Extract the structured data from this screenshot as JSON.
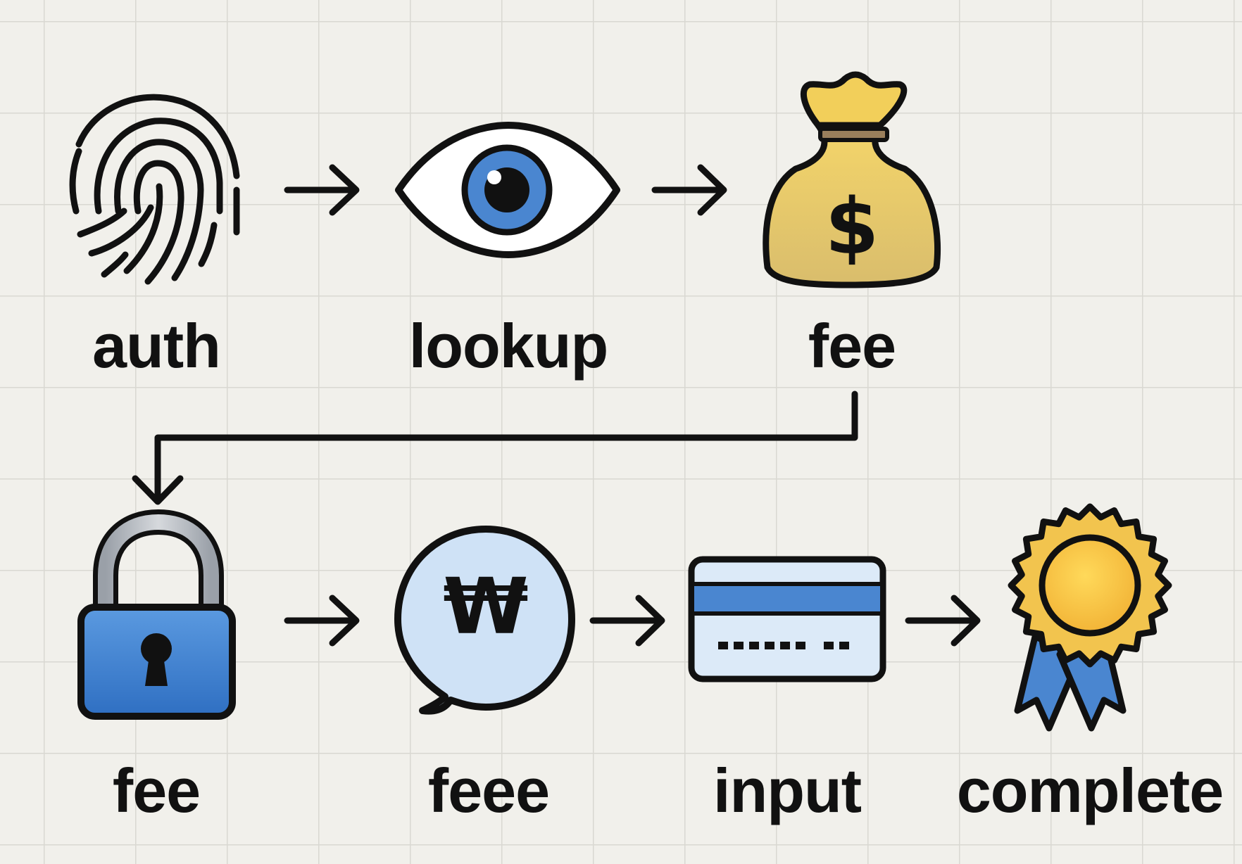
{
  "steps": [
    {
      "label": "auth",
      "icon": "fingerprint-icon"
    },
    {
      "label": "lookup",
      "icon": "eye-icon"
    },
    {
      "label": "fee",
      "icon": "money-bag-icon"
    },
    {
      "label": "fee",
      "icon": "padlock-icon"
    },
    {
      "label": "feee",
      "icon": "won-speech-bubble-icon"
    },
    {
      "label": "input",
      "icon": "credit-card-icon"
    },
    {
      "label": "complete",
      "icon": "award-badge-icon"
    }
  ],
  "icon_glyphs": {
    "dollar": "$",
    "won": "₩"
  },
  "colors": {
    "background": "#f1f0eb",
    "grid": "#d9d8d2",
    "stroke": "#111111",
    "blue": "#4a86d0",
    "light_blue": "#cfe2f6",
    "gold": "#e8c85c",
    "gold_light": "#f7cf4a"
  }
}
